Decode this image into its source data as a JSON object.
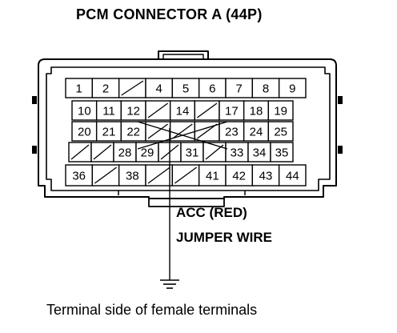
{
  "title": "PCM CONNECTOR A (44P)",
  "wire_color_label": "ACC (RED)",
  "wire_type_label": "JUMPER WIRE",
  "caption": "Terminal side of female terminals",
  "rows": [
    [
      "1",
      "2",
      "",
      "4",
      "5",
      "6",
      "7",
      "8",
      "9"
    ],
    [
      "10",
      "11",
      "12",
      "",
      "14",
      "",
      "17",
      "18",
      "19"
    ],
    [
      "20",
      "21",
      "22",
      "",
      "",
      "",
      "23",
      "24",
      "25"
    ],
    [
      "",
      "",
      "28",
      "29",
      "",
      "31",
      "",
      "33",
      "34",
      "35"
    ],
    [
      "36",
      "",
      "38",
      "",
      "",
      "41",
      "42",
      "43",
      "44"
    ]
  ]
}
